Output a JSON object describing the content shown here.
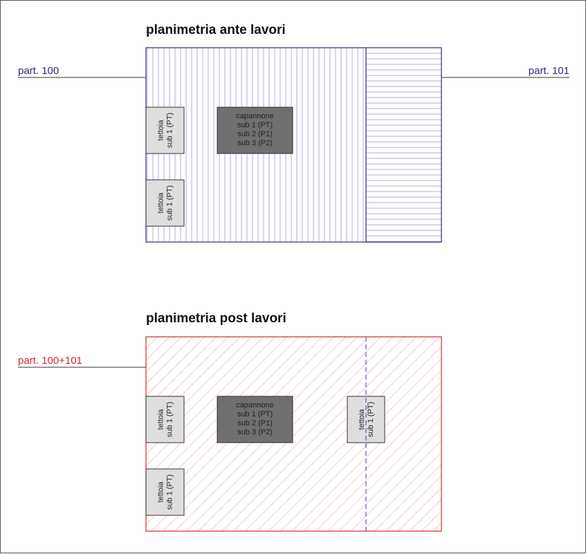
{
  "colors": {
    "navy": "#2b2a86",
    "red": "#d9232e",
    "hatch_blue": "#9a9ad2",
    "hatch_red": "#ee9aa0",
    "building_dark": "#6f6f6f",
    "building_light": "#dedede",
    "dashed_blue": "#5a5ab0"
  },
  "ante": {
    "title": "planimetria ante lavori",
    "label_left": "part. 100",
    "label_right": "part. 101",
    "capannone": [
      "capannone",
      "sub 1 (PT)",
      "sub 2 (P1)",
      "sub 3 (P2)"
    ],
    "tettoia_1": [
      "tettoia",
      "sub 1 (PT)"
    ],
    "tettoia_2": [
      "tettoia",
      "sub 1 (PT)"
    ]
  },
  "post": {
    "title": "planimetria post lavori",
    "label_left": "part. 100+101",
    "capannone": [
      "capannone",
      "sub 1 (PT)",
      "sub 2 (P1)",
      "sub 3 (P2)"
    ],
    "tettoia_1": [
      "tettoia",
      "sub 1 (PT)"
    ],
    "tettoia_2": [
      "tettoia",
      "sub 1 (PT)"
    ],
    "tettoia_3": [
      "tettoia",
      "sub 1 (PT)"
    ]
  }
}
